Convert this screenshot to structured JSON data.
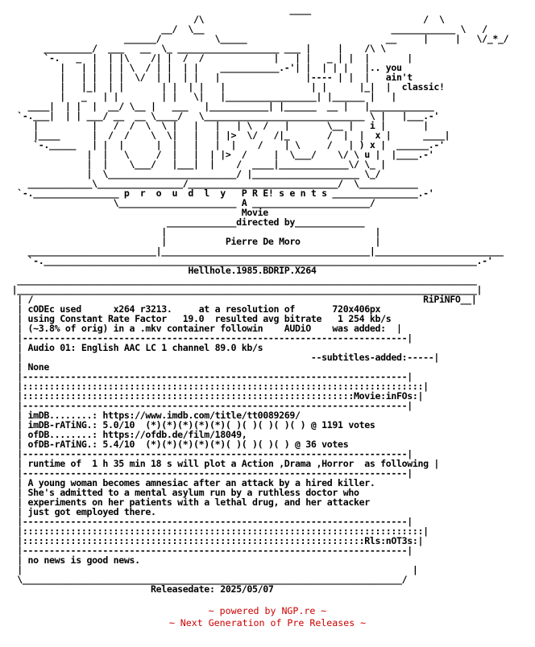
{
  "nfo": {
    "lines": [
      "                                                     ____                 ",
      "                                   /\\                                         /  \\",
      "                             __/  \\__                                   ____________ \\   /",
      "                      ______/          \\_____                          __     |     |   \\/_*_/",
      "       _________/  ___   __  \\_ ___________________ ___ |     |    /\\ \\",
      "       `-.   _  |  | |\\    /| |  /  /             |   | |   _ | |  |       |",
      "          |   | |  | | \\  / | |  | |    ___________.-'| |  | | |   |.. you",
      "          |   | |  | |  \\/  | |  | |   |                |---- | |  |   ain't",
      "          |   |_|  | |       | |  | |   |                | |      |_|  |  classic!",
      "          |   _   | |        | |   \\|   |_________________| |______ |   |",
      "    ____|  | |  |  __/ \\__ |   ___   |___________| |______  __ |   |____________",
      "  `-.___|  | | ___/ __  __ \\____/   \\______________________________ \\ |   |___.-'",
      "     |          |   /  /  \\  \\ |   |   |   | \\  /   |       \\__ |   i |       |",
      "     |____      |  /  /    \\  \\|   |   | |>  \\/   /|_       /  |  |  x |      ____|",
      "     `-._____   | |  |      |  |   |   |  |    /    | \\     /   | ) x |  ______.-'",
      "               |  |   \\     /  |   |  | |>  /     |  \\___/    \\/ \\ u |  |____.-'",
      "               |  |    \\___/   |___|  |    /  ____|_____________\\/ \\_ |",
      "               |  \\________________________/ |____________________ \\_/",
      "    ____________\\________________/____________________________/  \\___________",
      "  `-.________________ p  r  o  u  d  l  y   P R E! s e n t s ________________.-'",
      "                    \\______________________ A ______________________/",
      "                                            Movie",
      "                              _____________directed by_____________",
      "                             |                                       |",
      "                             |           Pierre De Moro              |",
      "    ________________________|_______________________________________|________________________",
      "    `-._________________________________________________________________________________.-'",
      "                                  Hellhole.1985.BDRIP.X264",
      "  ______________________________________________________________________________________",
      " |______________________________________________________________________________________|",
      "  | /                                                                         RiPiNFO__|",
      "  | cODEc used      x264 r3213.     at a resolution of       720x406px",
      "  | using Constant Rate Factor   19.0  resulted avg bitrate   1 254 kb/s",
      "  | (~3.8% of orig) in a .mkv container followin    AUDiO    was added:  |",
      "  |------------------------------------------------------------------------|",
      "  | Audio 01: English AAC LC 1 channel 89.0 kb/s",
      "  |                                                      --subtitles-added:-----|",
      "  | None",
      "  |------------------------------------------------------------------------|",
      "  |:::::::::::::::::::::::::::::::::::::::::::::::::::::::::::::::::::::::::::|",
      "  |::::::::::::::::::::::::::::::::::::::::::::::::::::::::::::::Movie:inFOs:|",
      "  |------------------------------------------------------------------------|",
      "  | imDB........: https://www.imdb.com/title/tt0089269/",
      "  | imDB-rATiNG.: 5.0/10  (*)(*)(*)(*)(*)( )( )( )( )( ) @ 1191 votes",
      "  | ofDB........: https://ofdb.de/film/18049,",
      "  | ofDB-rATiNG.: 5.4/10  (*)(*)(*)(*)(*)( )( )( )( ) @ 36 votes",
      "  |------------------------------------------------------------------------|",
      "  | runtime of  1 h 35 min 18 s will plot a Action ,Drama ,Horror  as following |",
      "  |------------------------------------------------------------------------|",
      "  | A young woman becomes amnesiac after an attack by a hired killer.",
      "  | She's admitted to a mental asylum run by a ruthless doctor who",
      "  | experiments on her patients with a lethal drug, and her attacker",
      "  | just got employed there.",
      "  |------------------------------------------------------------------------|",
      "  |:::::::::::::::::::::::::::::::::::::::::::::::::::::::::::::::::::::::::::|",
      "  |::::::::::::::::::::::::::::::::::::::::::::::::::::::::::::::::Rls:nOT3s:|",
      "  |------------------------------------------------------------------------|",
      "  | no news is good news.",
      "  |                                                                         |",
      "  \\_______________________________________________________________________/",
      "                           Releasedate: 2025/05/07"
    ]
  },
  "footer": {
    "line1": "~ powered by NGP.re ~",
    "line2": "~ Next Generation of Pre Releases ~",
    "color": "#cc0000"
  }
}
